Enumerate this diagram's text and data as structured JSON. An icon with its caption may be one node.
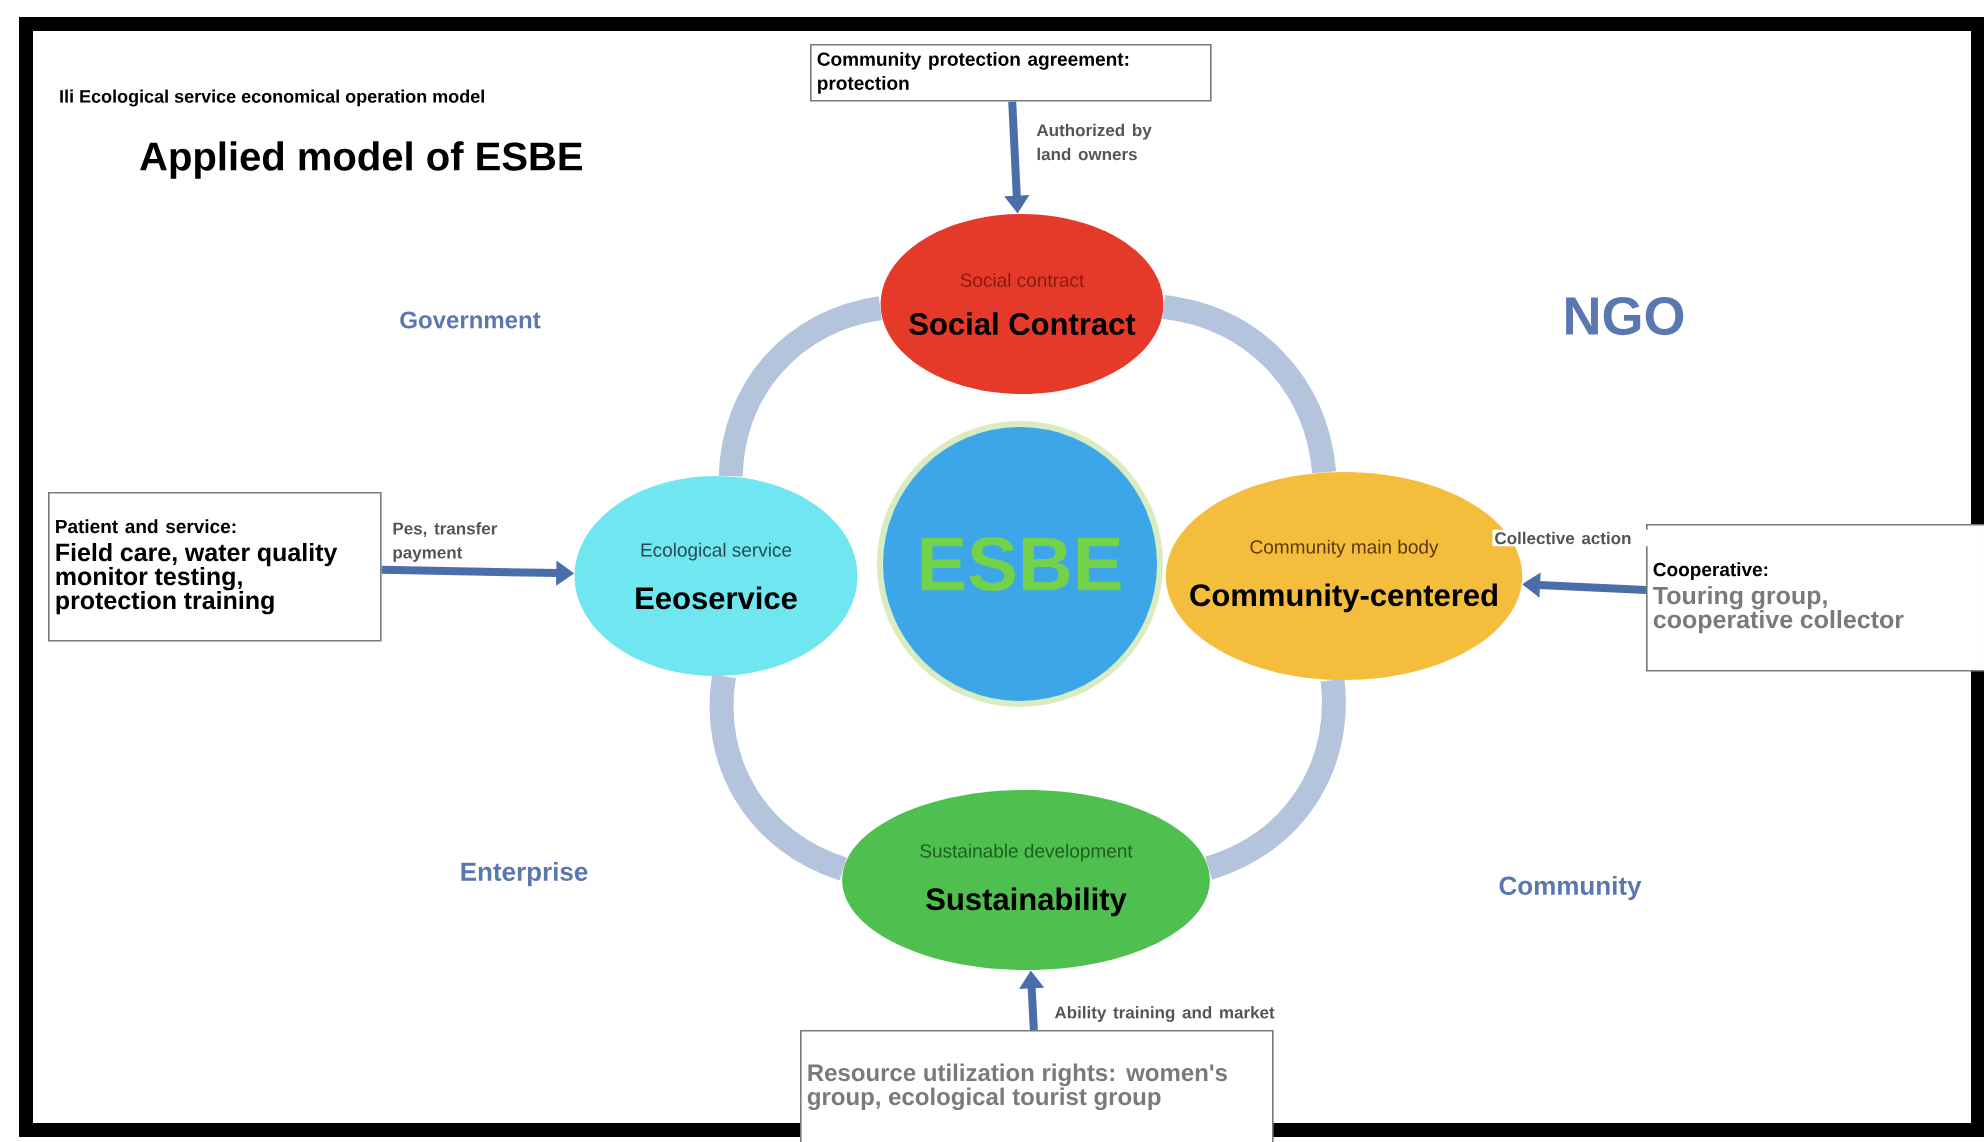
{
  "diagram": {
    "title": "Applied model of ESBE",
    "nodes": [
      {
        "text": [
          "ESBE"
        ]
      },
      {
        "text": [
          "Social contract",
          "Social Contract"
        ]
      },
      {
        "text": [
          "Ecological service",
          "Eeoservice"
        ]
      },
      {
        "text": [
          "Community main body",
          "Community-centered"
        ]
      },
      {
        "text": [
          "Sustainable development",
          "Sustainability"
        ]
      },
      {
        "text": [
          "Community protection agreement: protection"
        ]
      },
      {
        "text": [
          "Patient and service:",
          "Field care, water quality monitor testing, protection training"
        ]
      },
      {
        "text": [
          "Cooperative:",
          "Touring group, cooperative collector"
        ]
      },
      {
        "text": [
          "Resource utilization rights: women's group, ecological tourist group"
        ]
      }
    ],
    "edges": [
      {
        "from": 5,
        "to": 1,
        "arrow": "to",
        "label": "Authorized by land owners"
      },
      {
        "from": 6,
        "to": 2,
        "arrow": "to",
        "label": "Pes, transfer payment"
      },
      {
        "from": 7,
        "to": 3,
        "arrow": "to",
        "label": "Collective action"
      },
      {
        "from": 8,
        "to": 4,
        "arrow": "to",
        "label": "Ability training and market"
      },
      {
        "from": 1,
        "to": 3,
        "arrow": "none",
        "style": "thick",
        "color": "#b4c4dc"
      },
      {
        "from": 3,
        "to": 4,
        "arrow": "none",
        "style": "thick",
        "color": "#b4c4dc"
      },
      {
        "from": 4,
        "to": 2,
        "arrow": "none",
        "style": "thick",
        "color": "#b4c4dc"
      },
      {
        "from": 2,
        "to": 1,
        "arrow": "none",
        "style": "thick",
        "color": "#b4c4dc"
      }
    ],
    "labels": [
      "Ili Ecological service economical operation model",
      "Government",
      "NGO",
      "Enterprise",
      "Community"
    ]
  }
}
